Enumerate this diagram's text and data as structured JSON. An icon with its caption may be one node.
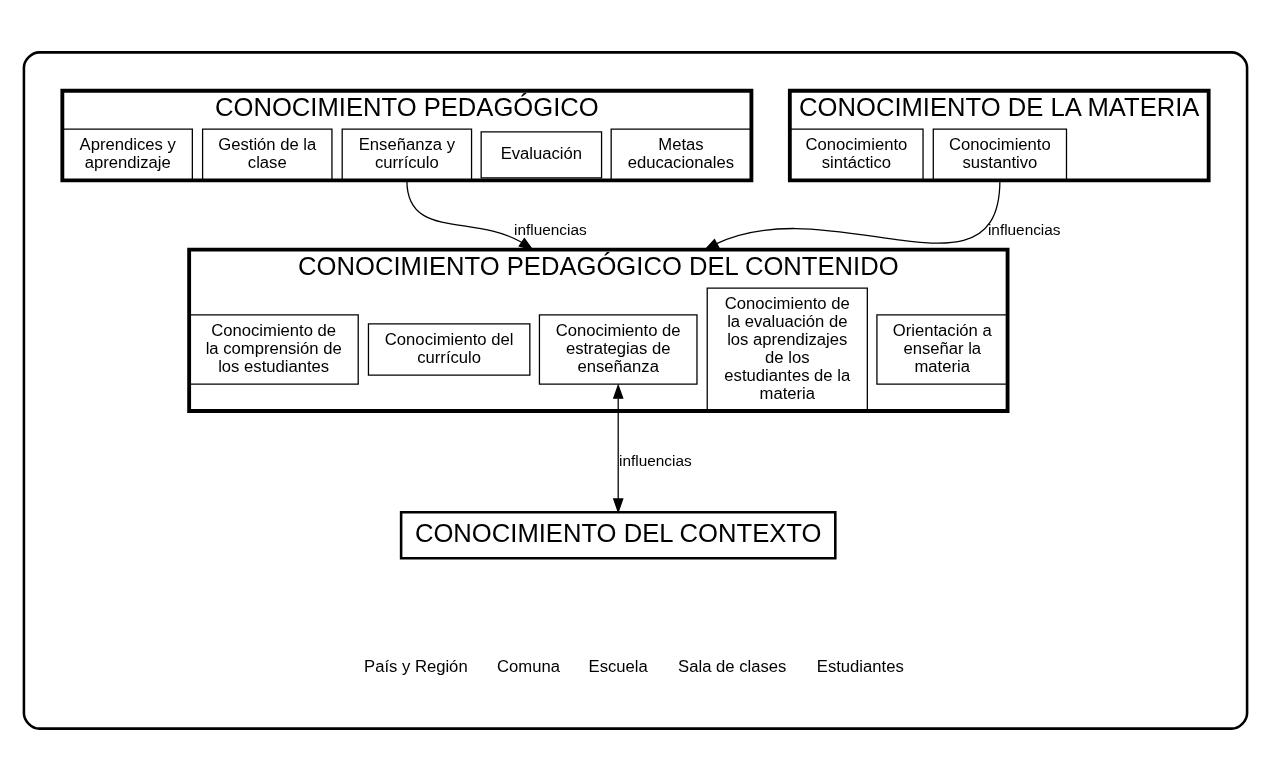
{
  "diagram": {
    "nodes": [
      {
        "text": [],
        "shape": "box"
      },
      {
        "text": [
          "CONOCIMIENTO DE LA MATERIA"
        ],
        "in": 0
      },
      {
        "text": [
          "Conocimiento sintáctico"
        ],
        "in": 1
      },
      {
        "text": [
          "Conocimiento sustantivo"
        ],
        "in": 1
      },
      {
        "text": [
          "CONOCIMIENTO PEDAGÓGICO"
        ],
        "in": 0
      },
      {
        "text": [
          "Aprendices y aprendizaje"
        ],
        "in": 4
      },
      {
        "text": [
          "Gestión de la clase"
        ],
        "in": 4
      },
      {
        "text": [
          "Enseñanza y currículo"
        ],
        "in": 4
      },
      {
        "text": [
          "Evaluación"
        ],
        "in": 4
      },
      {
        "text": [
          "Metas educacionales"
        ],
        "in": 4
      },
      {
        "text": [
          "CONOCIMIENTO PEDAGÓGICO DEL CONTENIDO"
        ],
        "in": 0
      },
      {
        "text": [
          "Conocimiento de la comprensión de los estudiantes"
        ],
        "in": 10
      },
      {
        "text": [
          "Conocimiento del currículo"
        ],
        "in": 10
      },
      {
        "text": [
          "Conocimiento de estrategias de enseñanza"
        ],
        "in": 10
      },
      {
        "text": [
          "Conocimiento de la evaluación de los aprendizajes de los estudiantes de la materia"
        ],
        "in": 10
      },
      {
        "text": [
          "Orientación a enseñar la materia"
        ],
        "in": 10
      },
      {
        "text": [
          "CONOCIMIENTO DEL CONTEXTO"
        ],
        "in": 0
      }
    ],
    "edges": [
      {
        "from": 1,
        "to": 10,
        "arrow": "to",
        "label": "influencias"
      },
      {
        "from": 4,
        "to": 10,
        "arrow": "to",
        "label": "influencias"
      },
      {
        "from": 10,
        "to": 16,
        "arrow": "both",
        "label": "influencias"
      }
    ],
    "labels": [
      "País y Región",
      "Comuna",
      "Escuela",
      "Sala de clases",
      "Estudiantes"
    ]
  }
}
